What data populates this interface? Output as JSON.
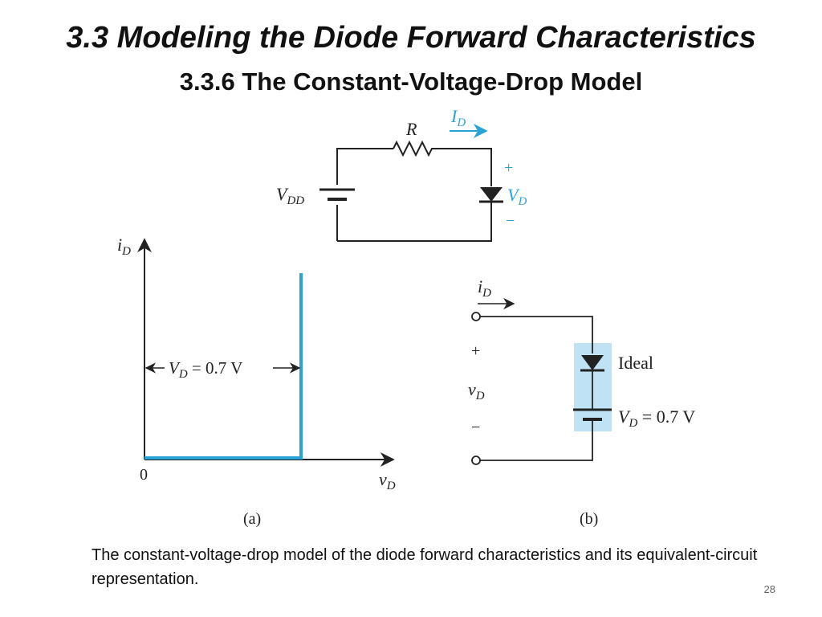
{
  "slide": {
    "title": "3.3 Modeling the Diode Forward Characteristics",
    "subtitle": "3.3.6 The Constant-Voltage-Drop Model",
    "caption": "The constant-voltage-drop model of the diode forward characteristics and its equivalent-circuit representation.",
    "page_number": "28"
  },
  "circuit": {
    "resistor_label": "R",
    "current_label": "I",
    "current_sub": "D",
    "source_label": "V",
    "source_sub": "DD",
    "plus": "+",
    "minus": "−",
    "diode_voltage_label": "V",
    "diode_voltage_sub": "D"
  },
  "graph_a": {
    "y_label": "i",
    "y_sub": "D",
    "x_label": "v",
    "x_sub": "D",
    "origin": "0",
    "annotation_var": "V",
    "annotation_sub": "D",
    "annotation_value": " = 0.7 V",
    "panel_label": "(a)"
  },
  "model_b": {
    "current_label": "i",
    "current_sub": "D",
    "plus": "+",
    "voltage_label": "v",
    "voltage_sub": "D",
    "minus": "−",
    "ideal_label": "Ideal",
    "battery_var": "V",
    "battery_sub": "D",
    "battery_value": " = 0.7 V",
    "panel_label": "(b)"
  },
  "colors": {
    "accent": "#29a3d6",
    "highlight": "#bfe3f5",
    "line": "#222222"
  }
}
